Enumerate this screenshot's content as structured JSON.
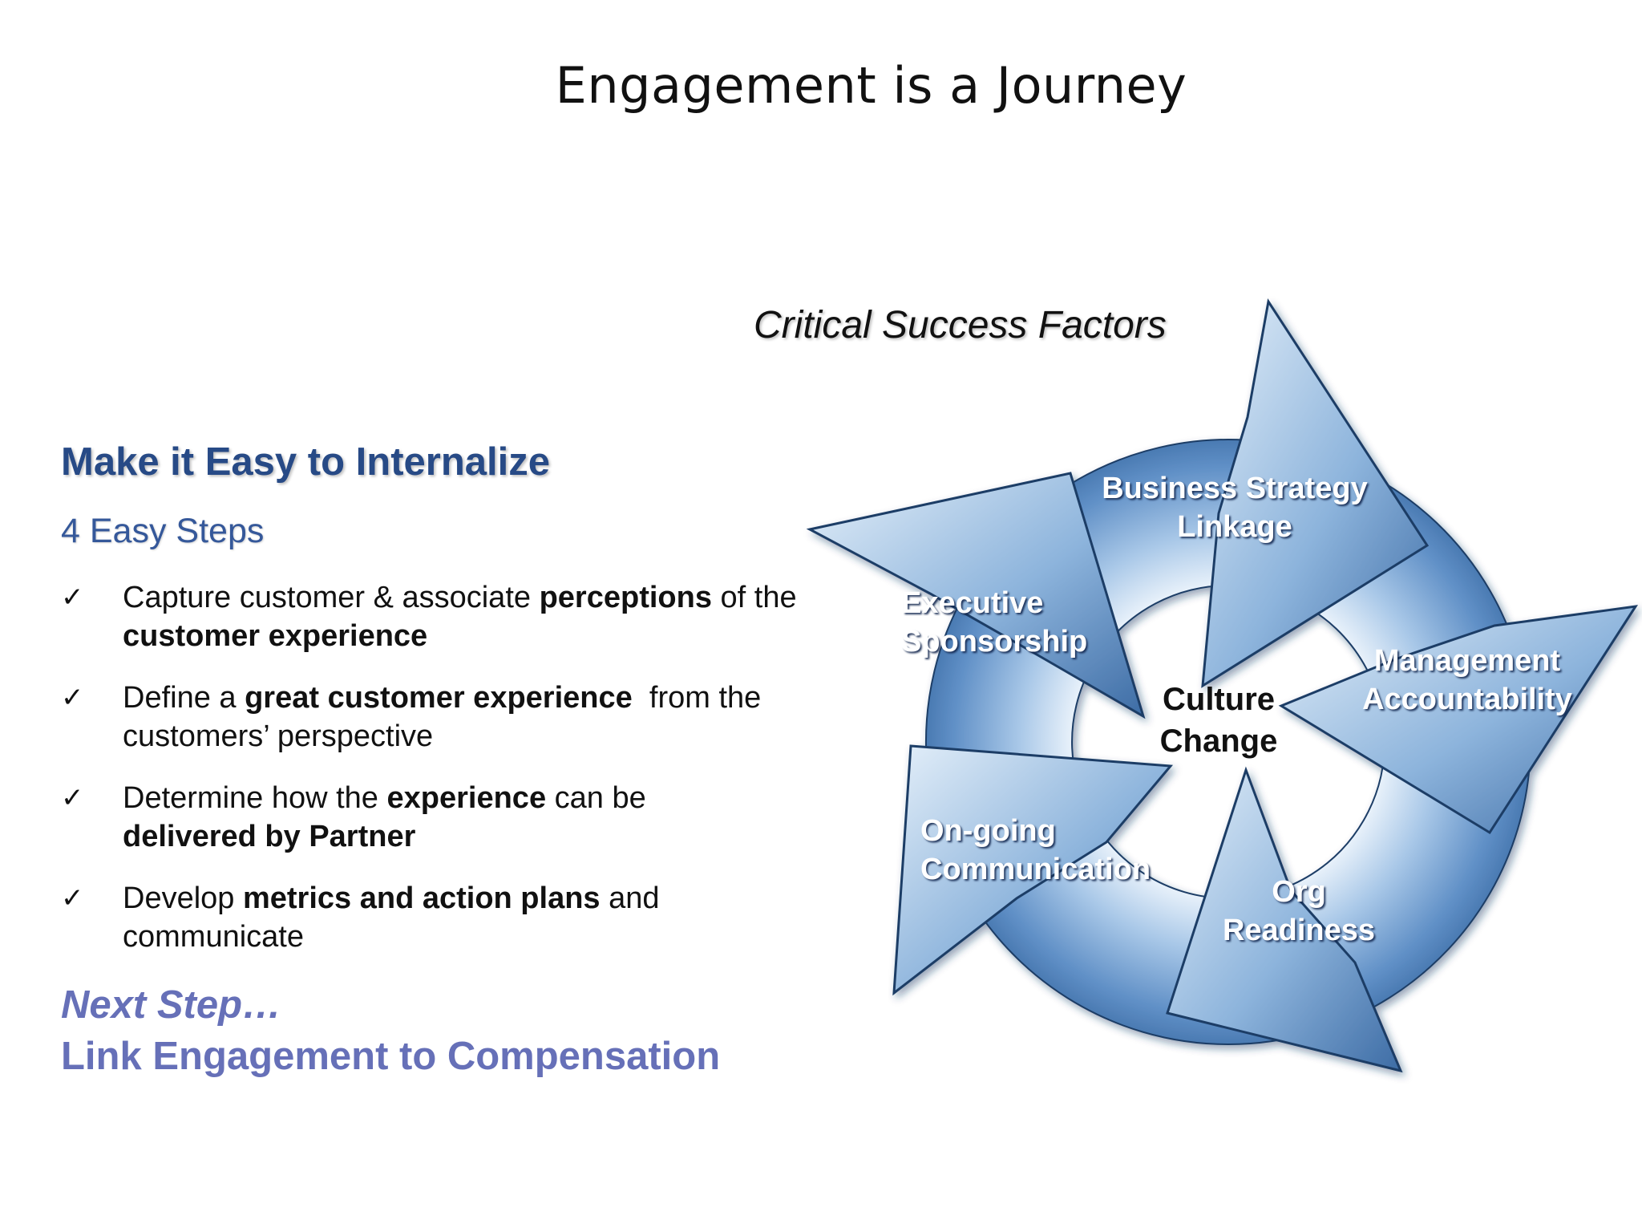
{
  "title": "Engagement is a Journey",
  "left": {
    "heading": "Make it Easy to Internalize",
    "subheading": "4 Easy Steps",
    "check_glyph": "✓",
    "steps": [
      {
        "parts": [
          {
            "t": "Capture customer & associate ",
            "b": false
          },
          {
            "t": "perceptions",
            "b": true
          },
          {
            "t": " of the ",
            "b": false
          },
          {
            "t": "customer experience",
            "b": true
          }
        ]
      },
      {
        "parts": [
          {
            "t": "Define a ",
            "b": false
          },
          {
            "t": "great customer experience",
            "b": true
          },
          {
            "t": "  from the customers’ perspective",
            "b": false
          }
        ]
      },
      {
        "parts": [
          {
            "t": "Determine how the ",
            "b": false
          },
          {
            "t": "experience",
            "b": true
          },
          {
            "t": " can be ",
            "b": false
          },
          {
            "t": "delivered by Partner",
            "b": true
          }
        ]
      },
      {
        "parts": [
          {
            "t": "Develop ",
            "b": false
          },
          {
            "t": "metrics and action plans",
            "b": true
          },
          {
            "t": " and communicate",
            "b": false
          }
        ]
      }
    ],
    "next_label": "Next Step…",
    "next_text": "Link Engagement to Compensation"
  },
  "diagram": {
    "heading": "Critical Success Factors",
    "center_line1": "Culture",
    "center_line2": "Change",
    "factors": [
      {
        "line1": "Business Strategy",
        "line2": "Linkage"
      },
      {
        "line1": "Management",
        "line2": "Accountability"
      },
      {
        "line1": "Org",
        "line2": "Readiness"
      },
      {
        "line1": "On-going",
        "line2": "Communication"
      },
      {
        "line1": "Executive",
        "line2": "Sponsorship"
      }
    ],
    "colors": {
      "arrow_light": "#d6e6f5",
      "arrow_mid": "#7ea8d3",
      "arrow_dark": "#2f5f98",
      "edge": "#1d3d66"
    }
  }
}
